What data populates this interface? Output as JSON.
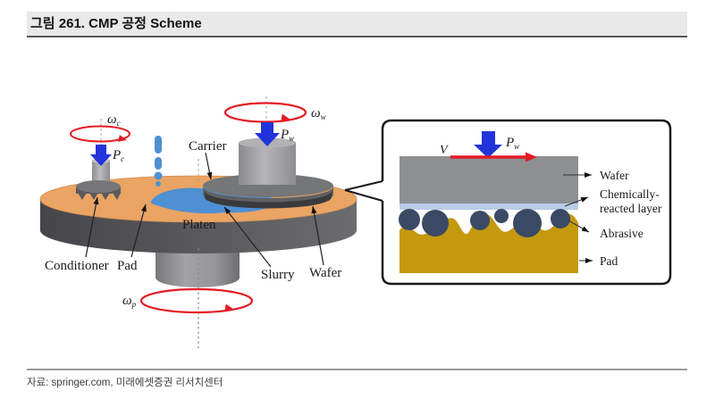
{
  "page": {
    "title": "그림 261. CMP 공정 Scheme",
    "source": "자료: springer.com, 미래에셋증권 리서치센터"
  },
  "diagram": {
    "labels": {
      "carrier": "Carrier",
      "conditioner": "Conditioner",
      "pad": "Pad",
      "platen": "Platen",
      "slurry": "Slurry",
      "wafer": "Wafer"
    },
    "symbols": {
      "omega": "ω",
      "pressure": "P",
      "velocity": "V",
      "sub_c": "c",
      "sub_w": "w",
      "sub_p": "p"
    },
    "inset": {
      "wafer": "Wafer",
      "chem_line1": "Chemically-",
      "chem_line2": "reacted layer",
      "abrasive": "Abrasive",
      "pad": "Pad"
    },
    "colors": {
      "pad_surface": "#eaa463",
      "platen": "#59595b",
      "slurry": "#4f90d4",
      "pressure_arrow": "#2134dc",
      "rotation_arrow": "#e41b23",
      "abrasive": "#3a4a64",
      "pad_material": "#c4990e",
      "wafer": "#8e8f91",
      "reacted_layer": "#b7cde7"
    }
  }
}
